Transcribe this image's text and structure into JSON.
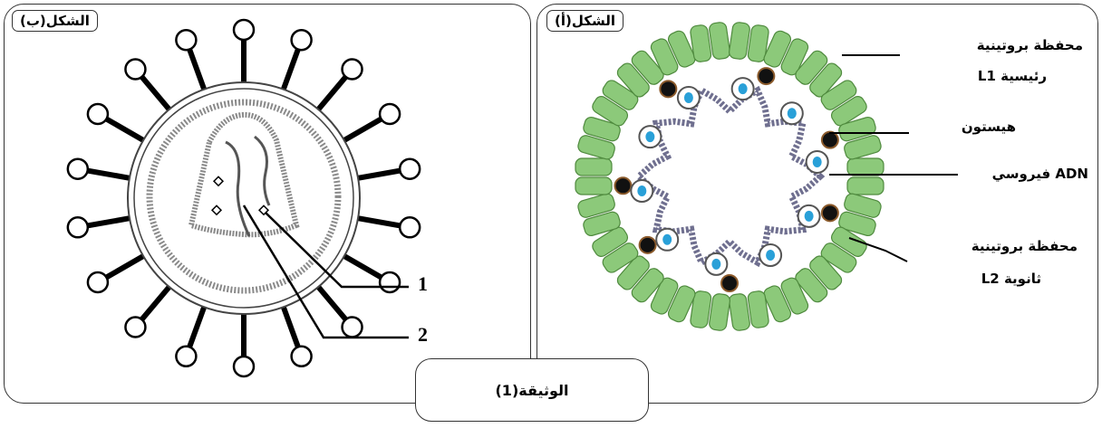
{
  "document_title": "الوثيقة(1)",
  "figure_b": {
    "title": "الشكل(ب)",
    "labels": [
      "1",
      "2"
    ]
  },
  "figure_a": {
    "title": "الشكل(أ)",
    "labels": {
      "major_capsid_line1": "محفظة بروتينية",
      "major_capsid_line2": "رئيسية  L1",
      "histone": "هيستون",
      "viral_dna": "ADN فيروسي",
      "minor_capsid_line1": "محفظة بروتينية",
      "minor_capsid_line2": "ثانوية   L2"
    }
  },
  "colors": {
    "capsomere_green": "#8cc97a",
    "capsomere_stroke": "#4f8a3e",
    "dna_strand": "#6f6f8f",
    "histone_blue": "#29a0d8",
    "membrane_gray": "#888888"
  }
}
